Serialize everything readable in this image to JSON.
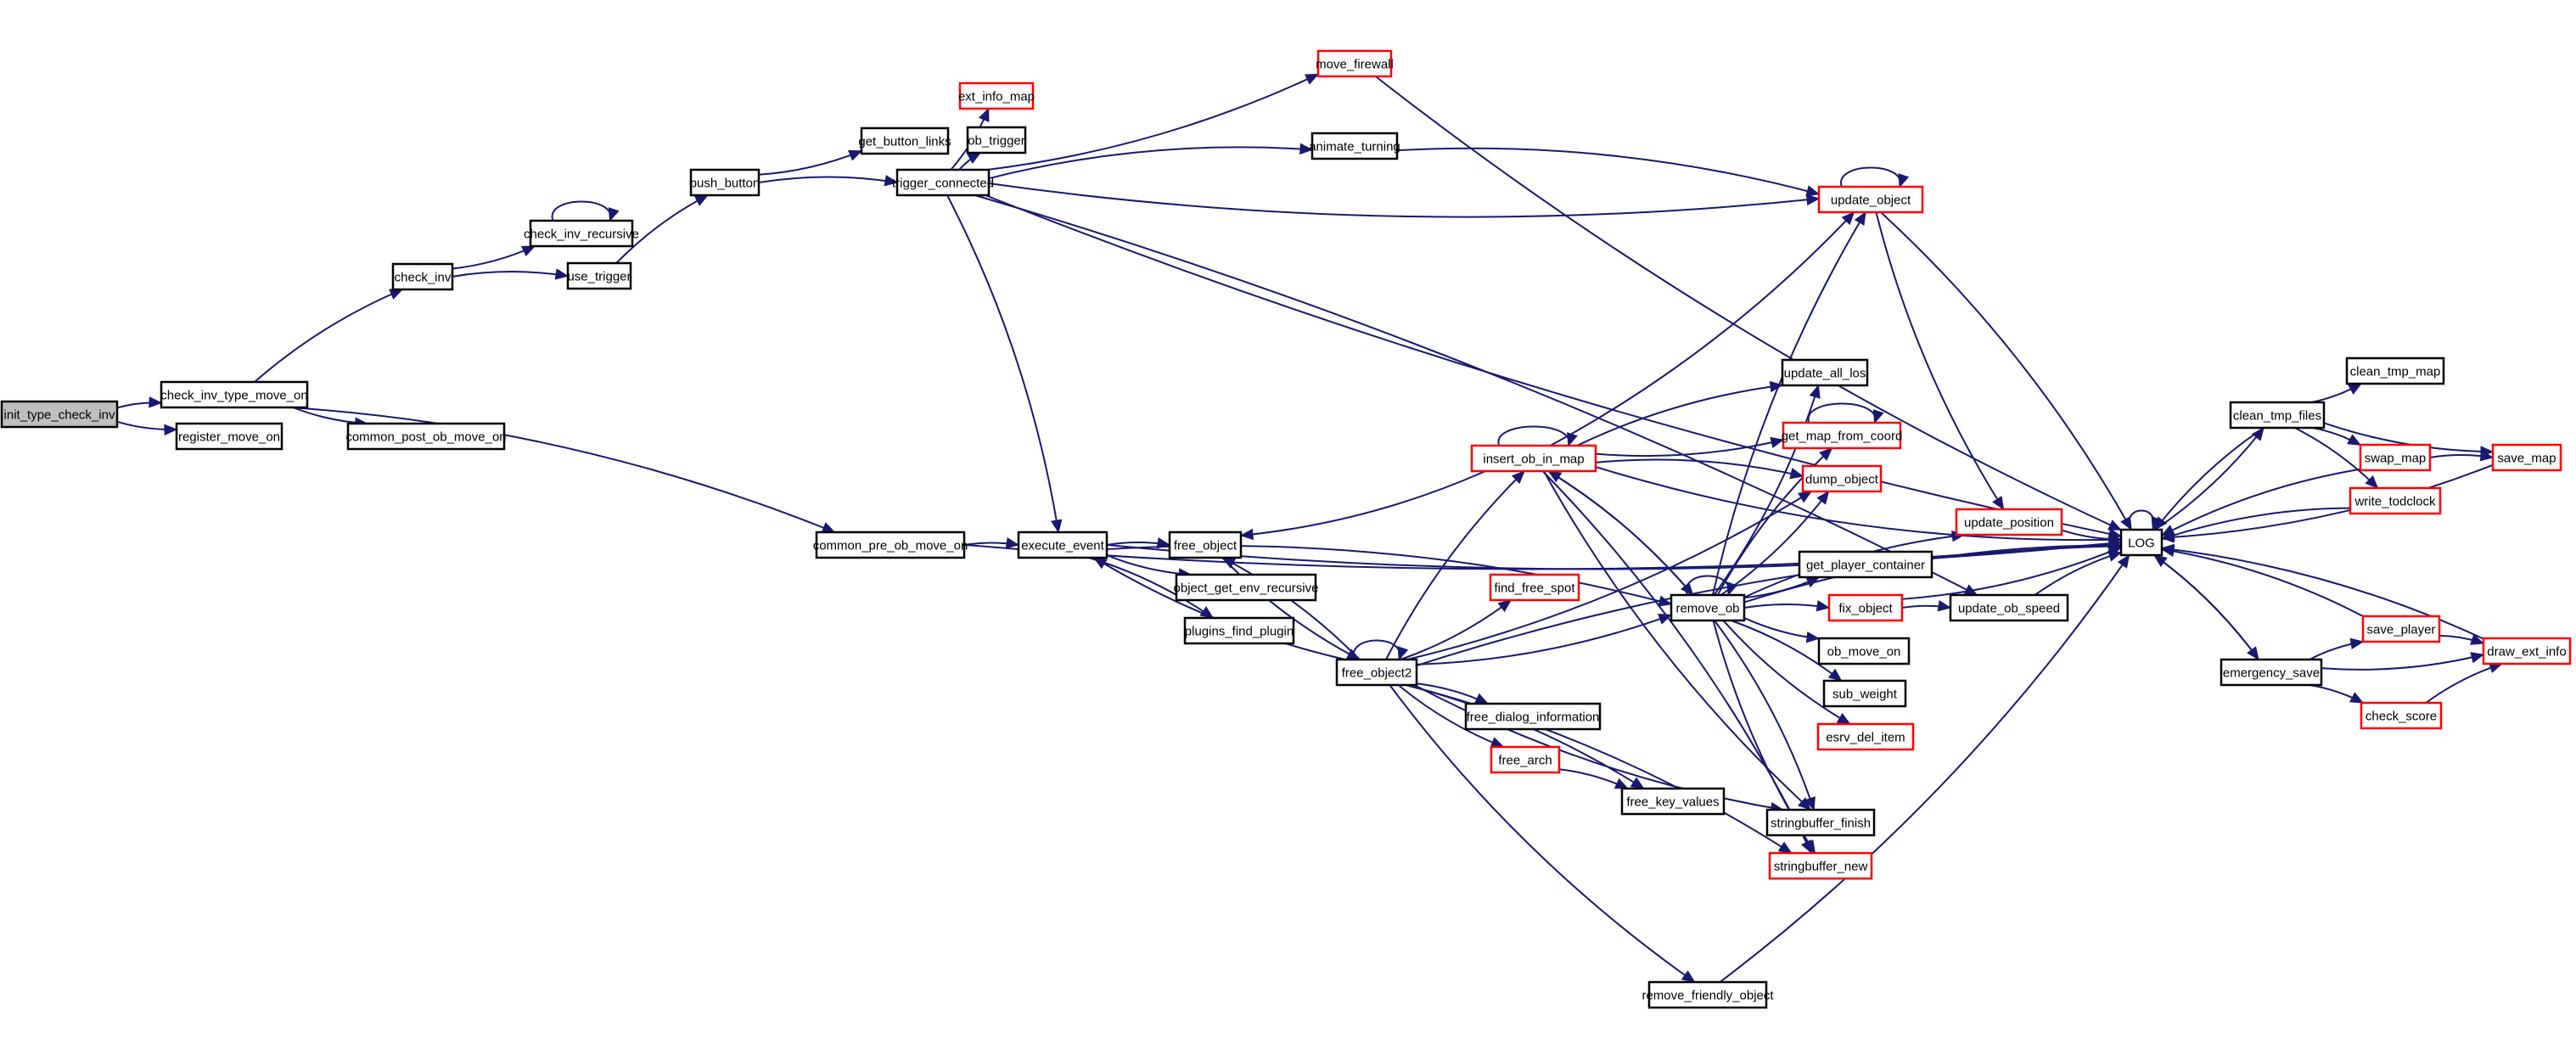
{
  "diagram": {
    "type": "call-graph",
    "root": "init_type_check_inv",
    "colors": {
      "edge": "#191970",
      "root_fill": "#bfbfbf",
      "node_border": "#000000",
      "truncated_border": "#ff0000",
      "background": "#ffffff"
    },
    "nodes": [
      {
        "id": "init_type_check_inv",
        "label": "init_type_check_inv",
        "style": "root"
      },
      {
        "id": "check_inv_type_move_on",
        "label": "check_inv_type_move_on",
        "style": "normal"
      },
      {
        "id": "register_move_on",
        "label": "register_move_on",
        "style": "normal"
      },
      {
        "id": "common_post_ob_move_on",
        "label": "common_post_ob_move_on",
        "style": "normal"
      },
      {
        "id": "check_inv",
        "label": "check_inv",
        "style": "normal"
      },
      {
        "id": "check_inv_recursive",
        "label": "check_inv_recursive",
        "style": "normal"
      },
      {
        "id": "use_trigger",
        "label": "use_trigger",
        "style": "normal"
      },
      {
        "id": "push_button",
        "label": "push_button",
        "style": "normal"
      },
      {
        "id": "get_button_links",
        "label": "get_button_links",
        "style": "normal"
      },
      {
        "id": "trigger_connected",
        "label": "trigger_connected",
        "style": "normal"
      },
      {
        "id": "ext_info_map",
        "label": "ext_info_map",
        "style": "truncated"
      },
      {
        "id": "ob_trigger",
        "label": "ob_trigger",
        "style": "normal"
      },
      {
        "id": "move_firewall",
        "label": "move_firewall",
        "style": "truncated"
      },
      {
        "id": "animate_turning",
        "label": "animate_turning",
        "style": "normal"
      },
      {
        "id": "update_object",
        "label": "update_object",
        "style": "truncated"
      },
      {
        "id": "common_pre_ob_move_on",
        "label": "common_pre_ob_move_on",
        "style": "normal"
      },
      {
        "id": "execute_event",
        "label": "execute_event",
        "style": "normal"
      },
      {
        "id": "free_object",
        "label": "free_object",
        "style": "normal"
      },
      {
        "id": "object_get_env_recursive",
        "label": "object_get_env_recursive",
        "style": "normal"
      },
      {
        "id": "plugins_find_plugin",
        "label": "plugins_find_plugin",
        "style": "normal"
      },
      {
        "id": "free_object2",
        "label": "free_object2",
        "style": "normal"
      },
      {
        "id": "find_free_spot",
        "label": "find_free_spot",
        "style": "truncated"
      },
      {
        "id": "free_dialog_information",
        "label": "free_dialog_information",
        "style": "normal"
      },
      {
        "id": "free_arch",
        "label": "free_arch",
        "style": "truncated"
      },
      {
        "id": "free_key_values",
        "label": "free_key_values",
        "style": "normal"
      },
      {
        "id": "insert_ob_in_map",
        "label": "insert_ob_in_map",
        "style": "truncated"
      },
      {
        "id": "update_all_los",
        "label": "update_all_los",
        "style": "normal"
      },
      {
        "id": "get_map_from_coord",
        "label": "get_map_from_coord",
        "style": "truncated"
      },
      {
        "id": "dump_object",
        "label": "dump_object",
        "style": "truncated"
      },
      {
        "id": "remove_ob",
        "label": "remove_ob",
        "style": "normal"
      },
      {
        "id": "update_position",
        "label": "update_position",
        "style": "truncated"
      },
      {
        "id": "get_player_container",
        "label": "get_player_container",
        "style": "normal"
      },
      {
        "id": "fix_object",
        "label": "fix_object",
        "style": "truncated"
      },
      {
        "id": "update_ob_speed",
        "label": "update_ob_speed",
        "style": "normal"
      },
      {
        "id": "ob_move_on",
        "label": "ob_move_on",
        "style": "normal"
      },
      {
        "id": "sub_weight",
        "label": "sub_weight",
        "style": "normal"
      },
      {
        "id": "esrv_del_item",
        "label": "esrv_del_item",
        "style": "truncated"
      },
      {
        "id": "stringbuffer_finish",
        "label": "stringbuffer_finish",
        "style": "normal"
      },
      {
        "id": "stringbuffer_new",
        "label": "stringbuffer_new",
        "style": "truncated"
      },
      {
        "id": "remove_friendly_object",
        "label": "remove_friendly_object",
        "style": "normal"
      },
      {
        "id": "LOG",
        "label": "LOG",
        "style": "normal"
      },
      {
        "id": "clean_tmp_files",
        "label": "clean_tmp_files",
        "style": "normal"
      },
      {
        "id": "clean_tmp_map",
        "label": "clean_tmp_map",
        "style": "normal"
      },
      {
        "id": "swap_map",
        "label": "swap_map",
        "style": "truncated"
      },
      {
        "id": "save_map",
        "label": "save_map",
        "style": "truncated"
      },
      {
        "id": "write_todclock",
        "label": "write_todclock",
        "style": "truncated"
      },
      {
        "id": "emergency_save",
        "label": "emergency_save",
        "style": "normal"
      },
      {
        "id": "save_player",
        "label": "save_player",
        "style": "truncated"
      },
      {
        "id": "draw_ext_info",
        "label": "draw_ext_info",
        "style": "truncated"
      },
      {
        "id": "check_score",
        "label": "check_score",
        "style": "truncated"
      }
    ],
    "edges": [
      [
        "init_type_check_inv",
        "check_inv_type_move_on"
      ],
      [
        "init_type_check_inv",
        "register_move_on"
      ],
      [
        "check_inv_type_move_on",
        "check_inv"
      ],
      [
        "check_inv_type_move_on",
        "common_post_ob_move_on"
      ],
      [
        "check_inv_type_move_on",
        "common_pre_ob_move_on"
      ],
      [
        "check_inv",
        "check_inv_recursive"
      ],
      [
        "check_inv",
        "use_trigger"
      ],
      [
        "check_inv_recursive",
        "check_inv_recursive"
      ],
      [
        "use_trigger",
        "push_button"
      ],
      [
        "push_button",
        "get_button_links"
      ],
      [
        "push_button",
        "trigger_connected"
      ],
      [
        "trigger_connected",
        "ext_info_map"
      ],
      [
        "trigger_connected",
        "ob_trigger"
      ],
      [
        "trigger_connected",
        "move_firewall"
      ],
      [
        "trigger_connected",
        "animate_turning"
      ],
      [
        "trigger_connected",
        "update_object"
      ],
      [
        "trigger_connected",
        "execute_event"
      ],
      [
        "trigger_connected",
        "LOG"
      ],
      [
        "trigger_connected",
        "update_ob_speed"
      ],
      [
        "move_firewall",
        "LOG"
      ],
      [
        "animate_turning",
        "update_object"
      ],
      [
        "update_object",
        "update_object"
      ],
      [
        "update_object",
        "LOG"
      ],
      [
        "update_object",
        "update_position"
      ],
      [
        "common_pre_ob_move_on",
        "execute_event"
      ],
      [
        "common_pre_ob_move_on",
        "LOG"
      ],
      [
        "execute_event",
        "free_object"
      ],
      [
        "execute_event",
        "object_get_env_recursive"
      ],
      [
        "execute_event",
        "plugins_find_plugin"
      ],
      [
        "execute_event",
        "LOG"
      ],
      [
        "execute_event",
        "remove_ob"
      ],
      [
        "free_object",
        "free_object2"
      ],
      [
        "free_object2",
        "free_object2"
      ],
      [
        "free_object2",
        "free_object"
      ],
      [
        "free_object2",
        "execute_event"
      ],
      [
        "free_object2",
        "find_free_spot"
      ],
      [
        "free_object2",
        "insert_ob_in_map"
      ],
      [
        "free_object2",
        "remove_ob"
      ],
      [
        "free_object2",
        "free_dialog_information"
      ],
      [
        "free_object2",
        "free_arch"
      ],
      [
        "free_object2",
        "free_key_values"
      ],
      [
        "free_object2",
        "stringbuffer_finish"
      ],
      [
        "free_object2",
        "stringbuffer_new"
      ],
      [
        "free_object2",
        "remove_friendly_object"
      ],
      [
        "free_object2",
        "LOG"
      ],
      [
        "free_object2",
        "dump_object"
      ],
      [
        "free_arch",
        "free_key_values"
      ],
      [
        "insert_ob_in_map",
        "insert_ob_in_map"
      ],
      [
        "insert_ob_in_map",
        "free_object"
      ],
      [
        "insert_ob_in_map",
        "update_object"
      ],
      [
        "insert_ob_in_map",
        "update_all_los"
      ],
      [
        "insert_ob_in_map",
        "get_map_from_coord"
      ],
      [
        "insert_ob_in_map",
        "dump_object"
      ],
      [
        "insert_ob_in_map",
        "LOG"
      ],
      [
        "insert_ob_in_map",
        "remove_ob"
      ],
      [
        "insert_ob_in_map",
        "stringbuffer_finish"
      ],
      [
        "insert_ob_in_map",
        "stringbuffer_new"
      ],
      [
        "get_map_from_coord",
        "get_map_from_coord"
      ],
      [
        "remove_ob",
        "remove_ob"
      ],
      [
        "remove_ob",
        "insert_ob_in_map"
      ],
      [
        "remove_ob",
        "update_object"
      ],
      [
        "remove_ob",
        "update_all_los"
      ],
      [
        "remove_ob",
        "get_map_from_coord"
      ],
      [
        "remove_ob",
        "dump_object"
      ],
      [
        "remove_ob",
        "update_position"
      ],
      [
        "remove_ob",
        "get_player_container"
      ],
      [
        "remove_ob",
        "fix_object"
      ],
      [
        "remove_ob",
        "ob_move_on"
      ],
      [
        "remove_ob",
        "sub_weight"
      ],
      [
        "remove_ob",
        "esrv_del_item"
      ],
      [
        "remove_ob",
        "stringbuffer_finish"
      ],
      [
        "remove_ob",
        "stringbuffer_new"
      ],
      [
        "remove_ob",
        "LOG"
      ],
      [
        "update_position",
        "LOG"
      ],
      [
        "fix_object",
        "update_ob_speed"
      ],
      [
        "fix_object",
        "LOG"
      ],
      [
        "update_ob_speed",
        "LOG"
      ],
      [
        "remove_friendly_object",
        "LOG"
      ],
      [
        "LOG",
        "LOG"
      ],
      [
        "LOG",
        "clean_tmp_files"
      ],
      [
        "LOG",
        "emergency_save"
      ],
      [
        "clean_tmp_files",
        "clean_tmp_map"
      ],
      [
        "clean_tmp_files",
        "swap_map"
      ],
      [
        "clean_tmp_files",
        "save_map"
      ],
      [
        "clean_tmp_files",
        "write_todclock"
      ],
      [
        "clean_tmp_files",
        "LOG"
      ],
      [
        "swap_map",
        "save_map"
      ],
      [
        "swap_map",
        "LOG"
      ],
      [
        "save_map",
        "LOG"
      ],
      [
        "write_todclock",
        "LOG"
      ],
      [
        "emergency_save",
        "save_player"
      ],
      [
        "emergency_save",
        "draw_ext_info"
      ],
      [
        "emergency_save",
        "check_score"
      ],
      [
        "emergency_save",
        "LOG"
      ],
      [
        "save_player",
        "draw_ext_info"
      ],
      [
        "save_player",
        "LOG"
      ],
      [
        "check_score",
        "draw_ext_info"
      ],
      [
        "draw_ext_info",
        "LOG"
      ]
    ]
  }
}
